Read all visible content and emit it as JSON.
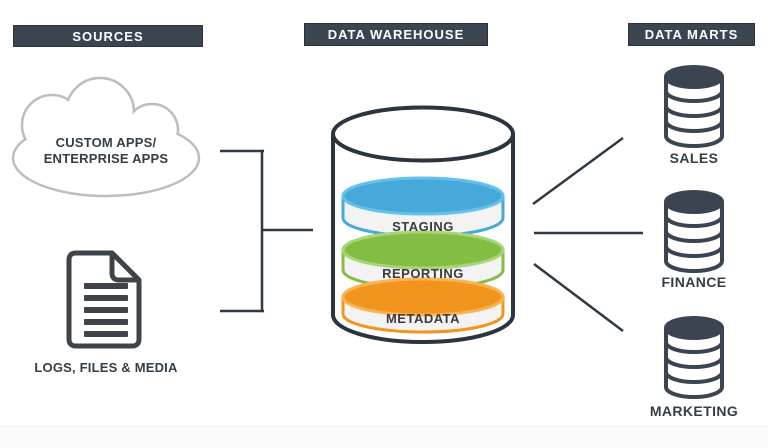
{
  "headers": {
    "sources": "SOURCES",
    "data_warehouse": "DATA WAREHOUSE",
    "data_marts": "DATA MARTS"
  },
  "sources": {
    "cloud": {
      "line1": "CUSTOM APPS/",
      "line2": "ENTERPRISE APPS"
    },
    "files": {
      "label": "LOGS, FILES & MEDIA"
    }
  },
  "warehouse": {
    "layers": [
      {
        "label": "STAGING",
        "color": "#47a8da",
        "rim": "#63c2ec"
      },
      {
        "label": "REPORTING",
        "color": "#83bd43",
        "rim": "#a9d578"
      },
      {
        "label": "METADATA",
        "color": "#f1951f",
        "rim": "#f8b352"
      }
    ]
  },
  "marts": {
    "items": [
      {
        "label": "SALES"
      },
      {
        "label": "FINANCE"
      },
      {
        "label": "MARKETING"
      }
    ]
  },
  "colors": {
    "header_bg": "#3b4550",
    "header_text": "#ffffff",
    "connector_line": "#2e3945",
    "icon_dark": "#3a4551",
    "cylinder_outline": "#2b3540",
    "band_fill": "#f3f3f3",
    "cloud_stroke": "#bdbdbd",
    "label_text": "#333f48"
  }
}
